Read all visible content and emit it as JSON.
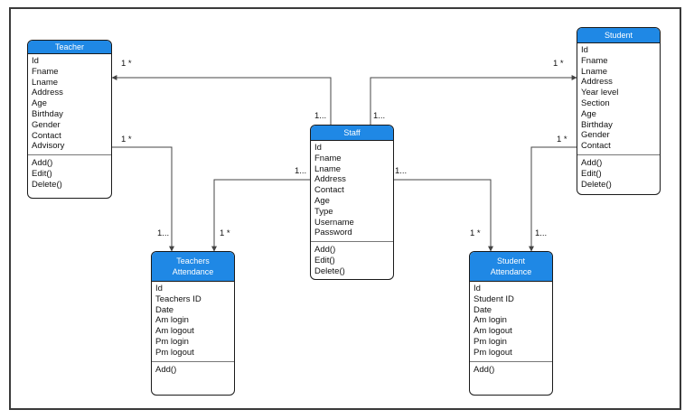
{
  "classes": {
    "teacher": {
      "name": "Teacher",
      "attributes": [
        "Id",
        "Fname",
        "Lname",
        "Address",
        "Age",
        "Birthday",
        "Gender",
        "Contact",
        "Advisory"
      ],
      "operations": [
        "Add()",
        "Edit()",
        "Delete()"
      ]
    },
    "student": {
      "name": "Student",
      "attributes": [
        "Id",
        "Fname",
        "Lname",
        "Address",
        "Year level",
        "Section",
        "Age",
        "Birthday",
        "Gender",
        "Contact"
      ],
      "operations": [
        "Add()",
        "Edit()",
        "Delete()"
      ]
    },
    "staff": {
      "name": "Staff",
      "attributes": [
        "Id",
        "Fname",
        "Lname",
        "Address",
        "Contact",
        "Age",
        "Type",
        "Username",
        "Password"
      ],
      "operations": [
        "Add()",
        "Edit()",
        "Delete()"
      ]
    },
    "teachers_attendance": {
      "name": "Teachers\nAttendance",
      "attributes": [
        "Id",
        "Teachers ID",
        "Date",
        "Am login",
        "Am logout",
        "Pm login",
        "Pm logout"
      ],
      "operations": [
        "Add()"
      ]
    },
    "student_attendance": {
      "name": "Student\nAttendance",
      "attributes": [
        "Id",
        "Student ID",
        "Date",
        "Am login",
        "Am logout",
        "Pm login",
        "Pm logout"
      ],
      "operations": [
        "Add()"
      ]
    }
  },
  "multiplicities": {
    "staff_teacher_near_teacher": "1 *",
    "staff_teacher_near_staff": "1...",
    "staff_student_near_student": "1 *",
    "staff_student_near_staff": "1...",
    "teacher_tatt_near_teacher": "1 *",
    "teacher_tatt_near_tatt": "1...",
    "staff_tatt_near_staff": "1...",
    "staff_tatt_near_tatt": "1 *",
    "staff_satt_near_staff": "1...",
    "staff_satt_near_satt": "1 *",
    "student_satt_near_student": "1 *",
    "student_satt_near_satt": "1..."
  },
  "colors": {
    "header_fill": "#1f88e5",
    "header_text": "#ffffff",
    "line": "#444444"
  }
}
